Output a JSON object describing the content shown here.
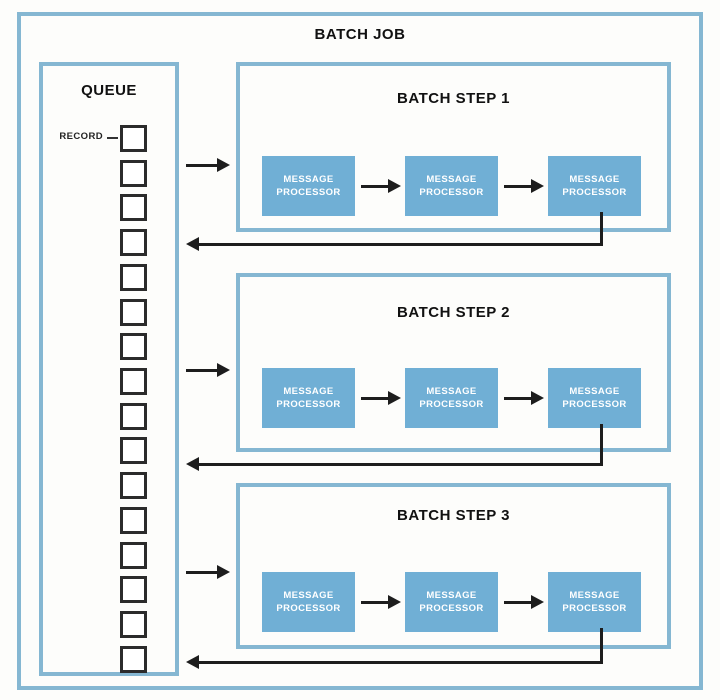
{
  "diagram": {
    "title": "BATCH JOB",
    "queue": {
      "title": "QUEUE",
      "record_label": "RECORD",
      "record_count": 16
    },
    "steps": [
      {
        "label": "BATCH STEP 1",
        "processors": [
          "MESSAGE PROCESSOR",
          "MESSAGE PROCESSOR",
          "MESSAGE PROCESSOR"
        ]
      },
      {
        "label": "BATCH STEP 2",
        "processors": [
          "MESSAGE PROCESSOR",
          "MESSAGE PROCESSOR",
          "MESSAGE PROCESSOR"
        ]
      },
      {
        "label": "BATCH STEP 3",
        "processors": [
          "MESSAGE PROCESSOR",
          "MESSAGE PROCESSOR",
          "MESSAGE PROCESSOR"
        ]
      }
    ],
    "colors": {
      "border_blue": "#85b7d2",
      "processor_fill": "#70afd5",
      "processor_text": "#ffffff",
      "arrow_black": "#1d1d1d",
      "label_black": "#111111",
      "record_square_border": "#2b2b2b",
      "background": "#fdfdfb"
    }
  }
}
